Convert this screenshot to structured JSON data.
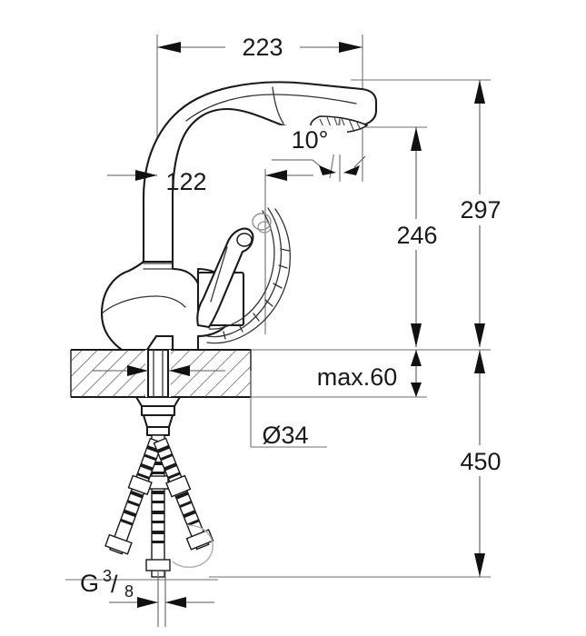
{
  "drawing": {
    "title": "Kitchen mixer tap dimensional drawing",
    "product": "single-lever pull-out kitchen faucet",
    "units": "mm",
    "line_color": "#1a1a1a",
    "dimension_color": "#555a5e",
    "background_color": "#ffffff"
  },
  "dimensions": {
    "spout_reach": {
      "label": "223",
      "name": "spout-reach-horizontal",
      "orientation": "horizontal"
    },
    "body_offset": {
      "label": "122",
      "name": "body-to-spout-horizontal",
      "orientation": "horizontal"
    },
    "spray_angle": {
      "label": "10°",
      "name": "spray-outlet-angle",
      "orientation": "angular"
    },
    "spout_height": {
      "label": "246",
      "name": "spout-outlet-height",
      "orientation": "vertical"
    },
    "total_height": {
      "label": "297",
      "name": "overall-height",
      "orientation": "vertical"
    },
    "counter_thickness": {
      "label": "max.60",
      "name": "max-countertop-thickness",
      "orientation": "vertical"
    },
    "mounting_hole": {
      "label": "Ø34",
      "name": "mounting-hole-diameter",
      "orientation": "leader"
    },
    "hose_length": {
      "label": "450",
      "name": "supply-hose-length",
      "orientation": "vertical"
    },
    "thread": {
      "prefix": "G",
      "numerator": "3",
      "slash": "/",
      "denominator": "8",
      "name": "connection-thread-size"
    }
  }
}
